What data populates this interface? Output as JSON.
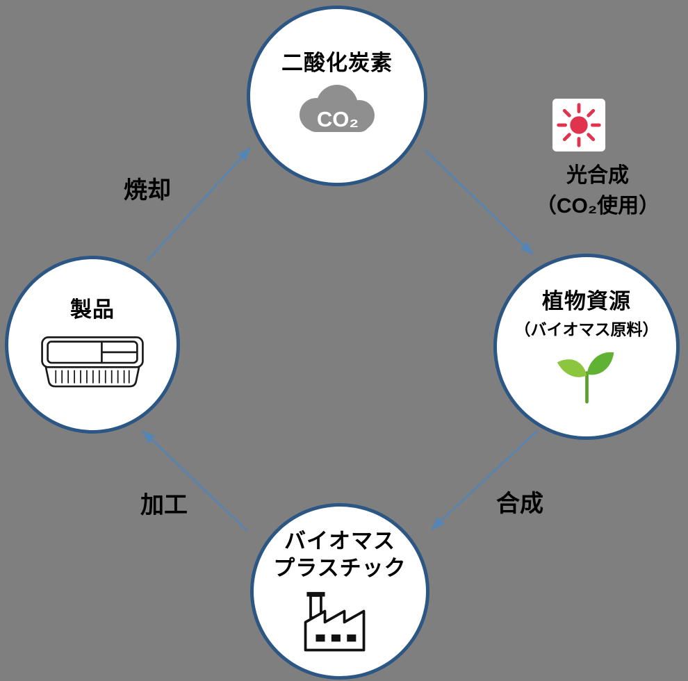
{
  "diagram": {
    "nodes": {
      "co2": {
        "title": "二酸化炭素",
        "cloud_text": "CO₂"
      },
      "plant": {
        "title": "植物資源",
        "subtitle": "（バイオマス原料）"
      },
      "bioplastic": {
        "title_line1": "バイオマス",
        "title_line2": "プラスチック"
      },
      "product": {
        "title": "製品"
      }
    },
    "edges": {
      "photosynthesis": {
        "label_line1": "光合成",
        "label_line2": "（CO₂使用）"
      },
      "synthesis": {
        "label": "合成"
      },
      "processing": {
        "label": "加工"
      },
      "incineration": {
        "label": "焼却"
      }
    },
    "colors": {
      "background": "#7f7f7f",
      "node_border": "#2c5683",
      "arrow": "#5585b5",
      "cloud": "#8f8f8f",
      "sun": "#e0334d",
      "leaf_light": "#8cc63e",
      "leaf_dark": "#5fb232"
    }
  }
}
